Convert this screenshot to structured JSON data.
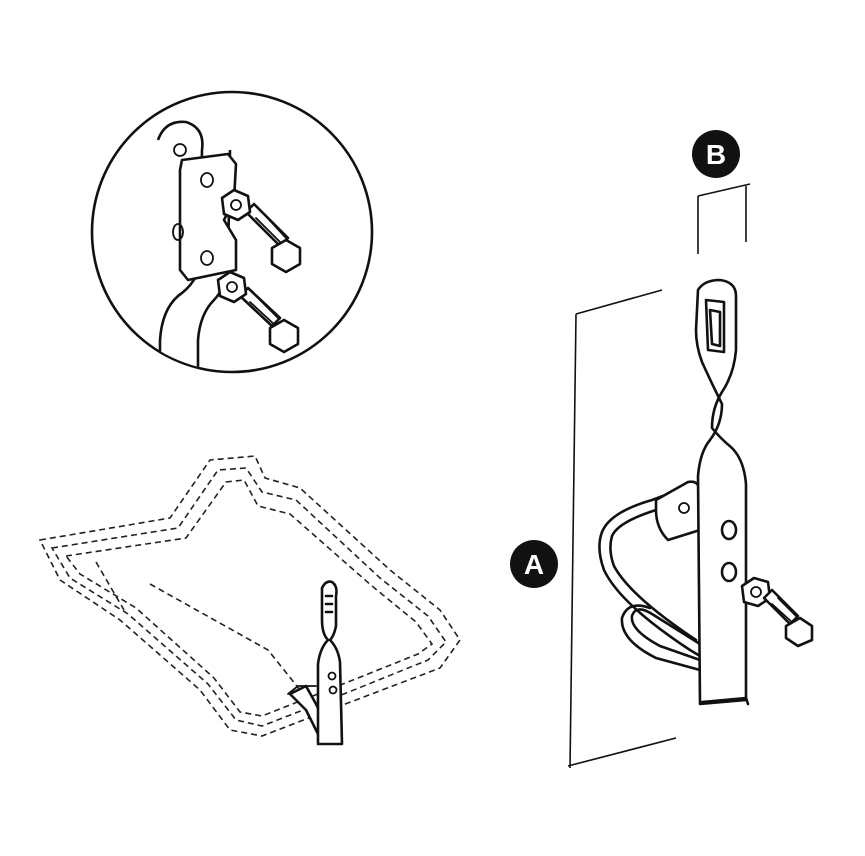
{
  "diagram": {
    "labels": {
      "a": "A",
      "b": "B"
    },
    "colors": {
      "ink": "#111111",
      "background": "#ffffff"
    },
    "components": [
      "mattress-outline-dashed",
      "mounted-hook-bracket",
      "detail-circle-bolt-assembly",
      "hook-bracket-large",
      "bolt-and-nut",
      "dimension-a",
      "dimension-b"
    ]
  }
}
